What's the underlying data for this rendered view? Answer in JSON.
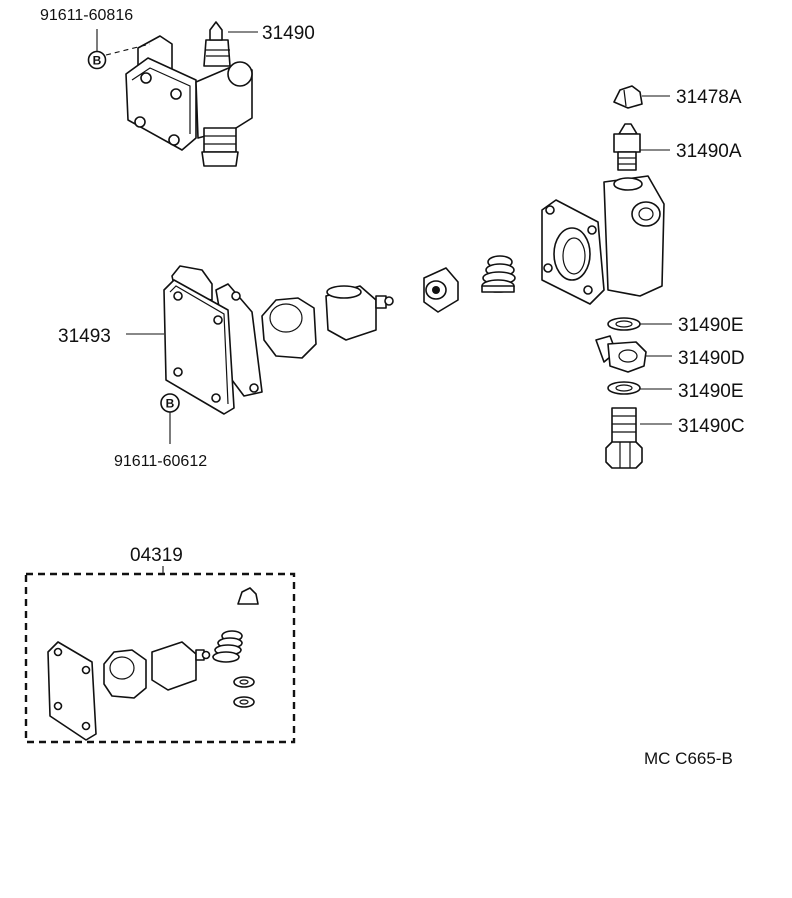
{
  "labels": {
    "l_91611_60816": "91611-60816",
    "l_31490": "31490",
    "l_31478A": "31478A",
    "l_31490A": "31490A",
    "l_31493": "31493",
    "l_31490E_top": "31490E",
    "l_31490D": "31490D",
    "l_31490E_bottom": "31490E",
    "l_31490C": "31490C",
    "l_91611_60612": "91611-60612",
    "l_04319": "04319",
    "b_top": "B",
    "b_mid": "B"
  },
  "footer": {
    "code": "MC  C665-B"
  }
}
